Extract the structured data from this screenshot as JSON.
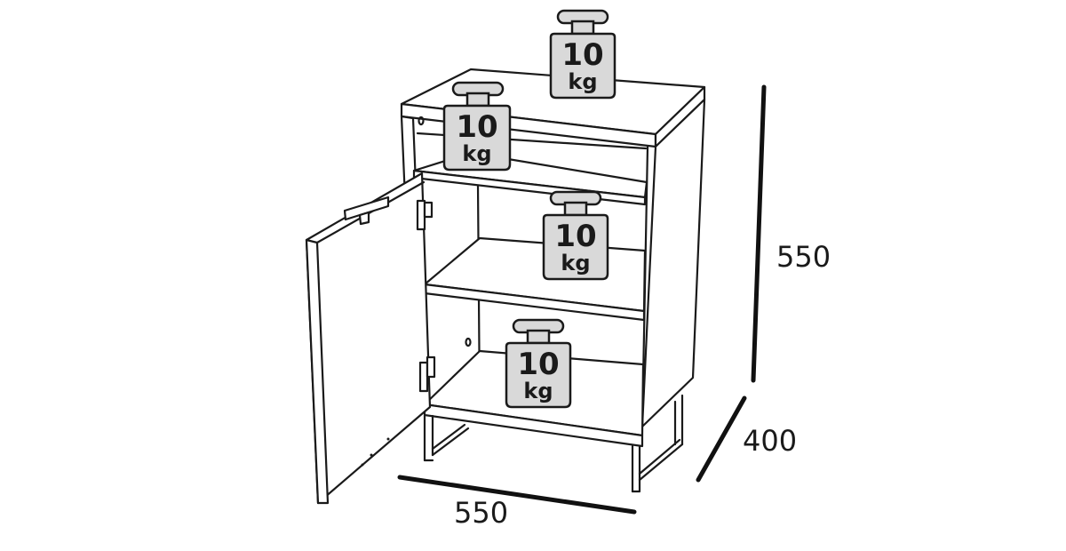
{
  "dimensions": {
    "height": "550",
    "depth": "400",
    "width": "550"
  },
  "weights": [
    {
      "value": "10",
      "unit": "kg"
    },
    {
      "value": "10",
      "unit": "kg"
    },
    {
      "value": "10",
      "unit": "kg"
    },
    {
      "value": "10",
      "unit": "kg"
    }
  ],
  "colors": {
    "line": "#1a1a1a",
    "weight_fill": "#d9d9d9",
    "background": "#ffffff"
  }
}
